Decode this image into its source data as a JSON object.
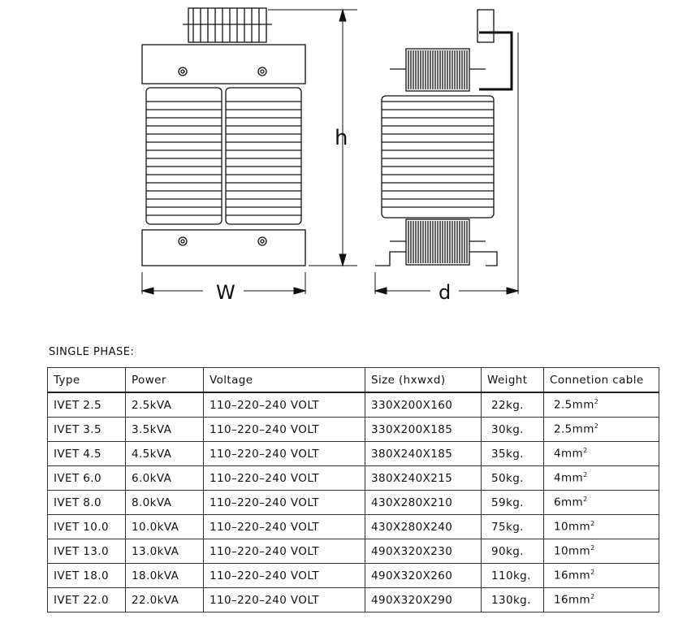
{
  "drawing": {
    "dim_h": "h",
    "dim_w": "W",
    "dim_d": "d"
  },
  "title": "SINGLE PHASE:",
  "headers": [
    "Type",
    "Power",
    "Voltage",
    "Size (hxwxd)",
    "Weight",
    "Connetion cable"
  ],
  "rows": [
    {
      "type": "IVET 2.5",
      "power": "2.5kVA",
      "voltage": "110–220–240 VOLT",
      "size": "330X200X160",
      "weight": "22kg.",
      "cable": "2.5mm",
      "exp": "2"
    },
    {
      "type": "IVET 3.5",
      "power": "3.5kVA",
      "voltage": "110–220–240 VOLT",
      "size": "330X200X185",
      "weight": "30kg.",
      "cable": "2.5mm",
      "exp": "2"
    },
    {
      "type": "IVET 4.5",
      "power": "4.5kVA",
      "voltage": "110–220–240 VOLT",
      "size": "380X240X185",
      "weight": "35kg.",
      "cable": "4mm",
      "exp": "2"
    },
    {
      "type": "IVET 6.0",
      "power": "6.0kVA",
      "voltage": "110–220–240 VOLT",
      "size": "380X240X215",
      "weight": "50kg.",
      "cable": "4mm",
      "exp": "2"
    },
    {
      "type": "IVET 8.0",
      "power": "8.0kVA",
      "voltage": "110–220–240 VOLT",
      "size": "430X280X210",
      "weight": "59kg.",
      "cable": "6mm",
      "exp": "2"
    },
    {
      "type": "IVET 10.0",
      "power": "10.0kVA",
      "voltage": "110–220–240 VOLT",
      "size": "430X280X240",
      "weight": "75kg.",
      "cable": "10mm",
      "exp": "2"
    },
    {
      "type": "IVET 13.0",
      "power": "13.0kVA",
      "voltage": "110–220–240 VOLT",
      "size": "490X320X230",
      "weight": "90kg.",
      "cable": "10mm",
      "exp": "2"
    },
    {
      "type": "IVET 18.0",
      "power": "18.0kVA",
      "voltage": "110–220–240 VOLT",
      "size": "490X320X260",
      "weight": "110kg.",
      "cable": "16mm",
      "exp": "2"
    },
    {
      "type": "IVET 22.0",
      "power": "22.0kVA",
      "voltage": "110–220–240 VOLT",
      "size": "490X320X290",
      "weight": "130kg.",
      "cable": "16mm",
      "exp": "2"
    }
  ]
}
